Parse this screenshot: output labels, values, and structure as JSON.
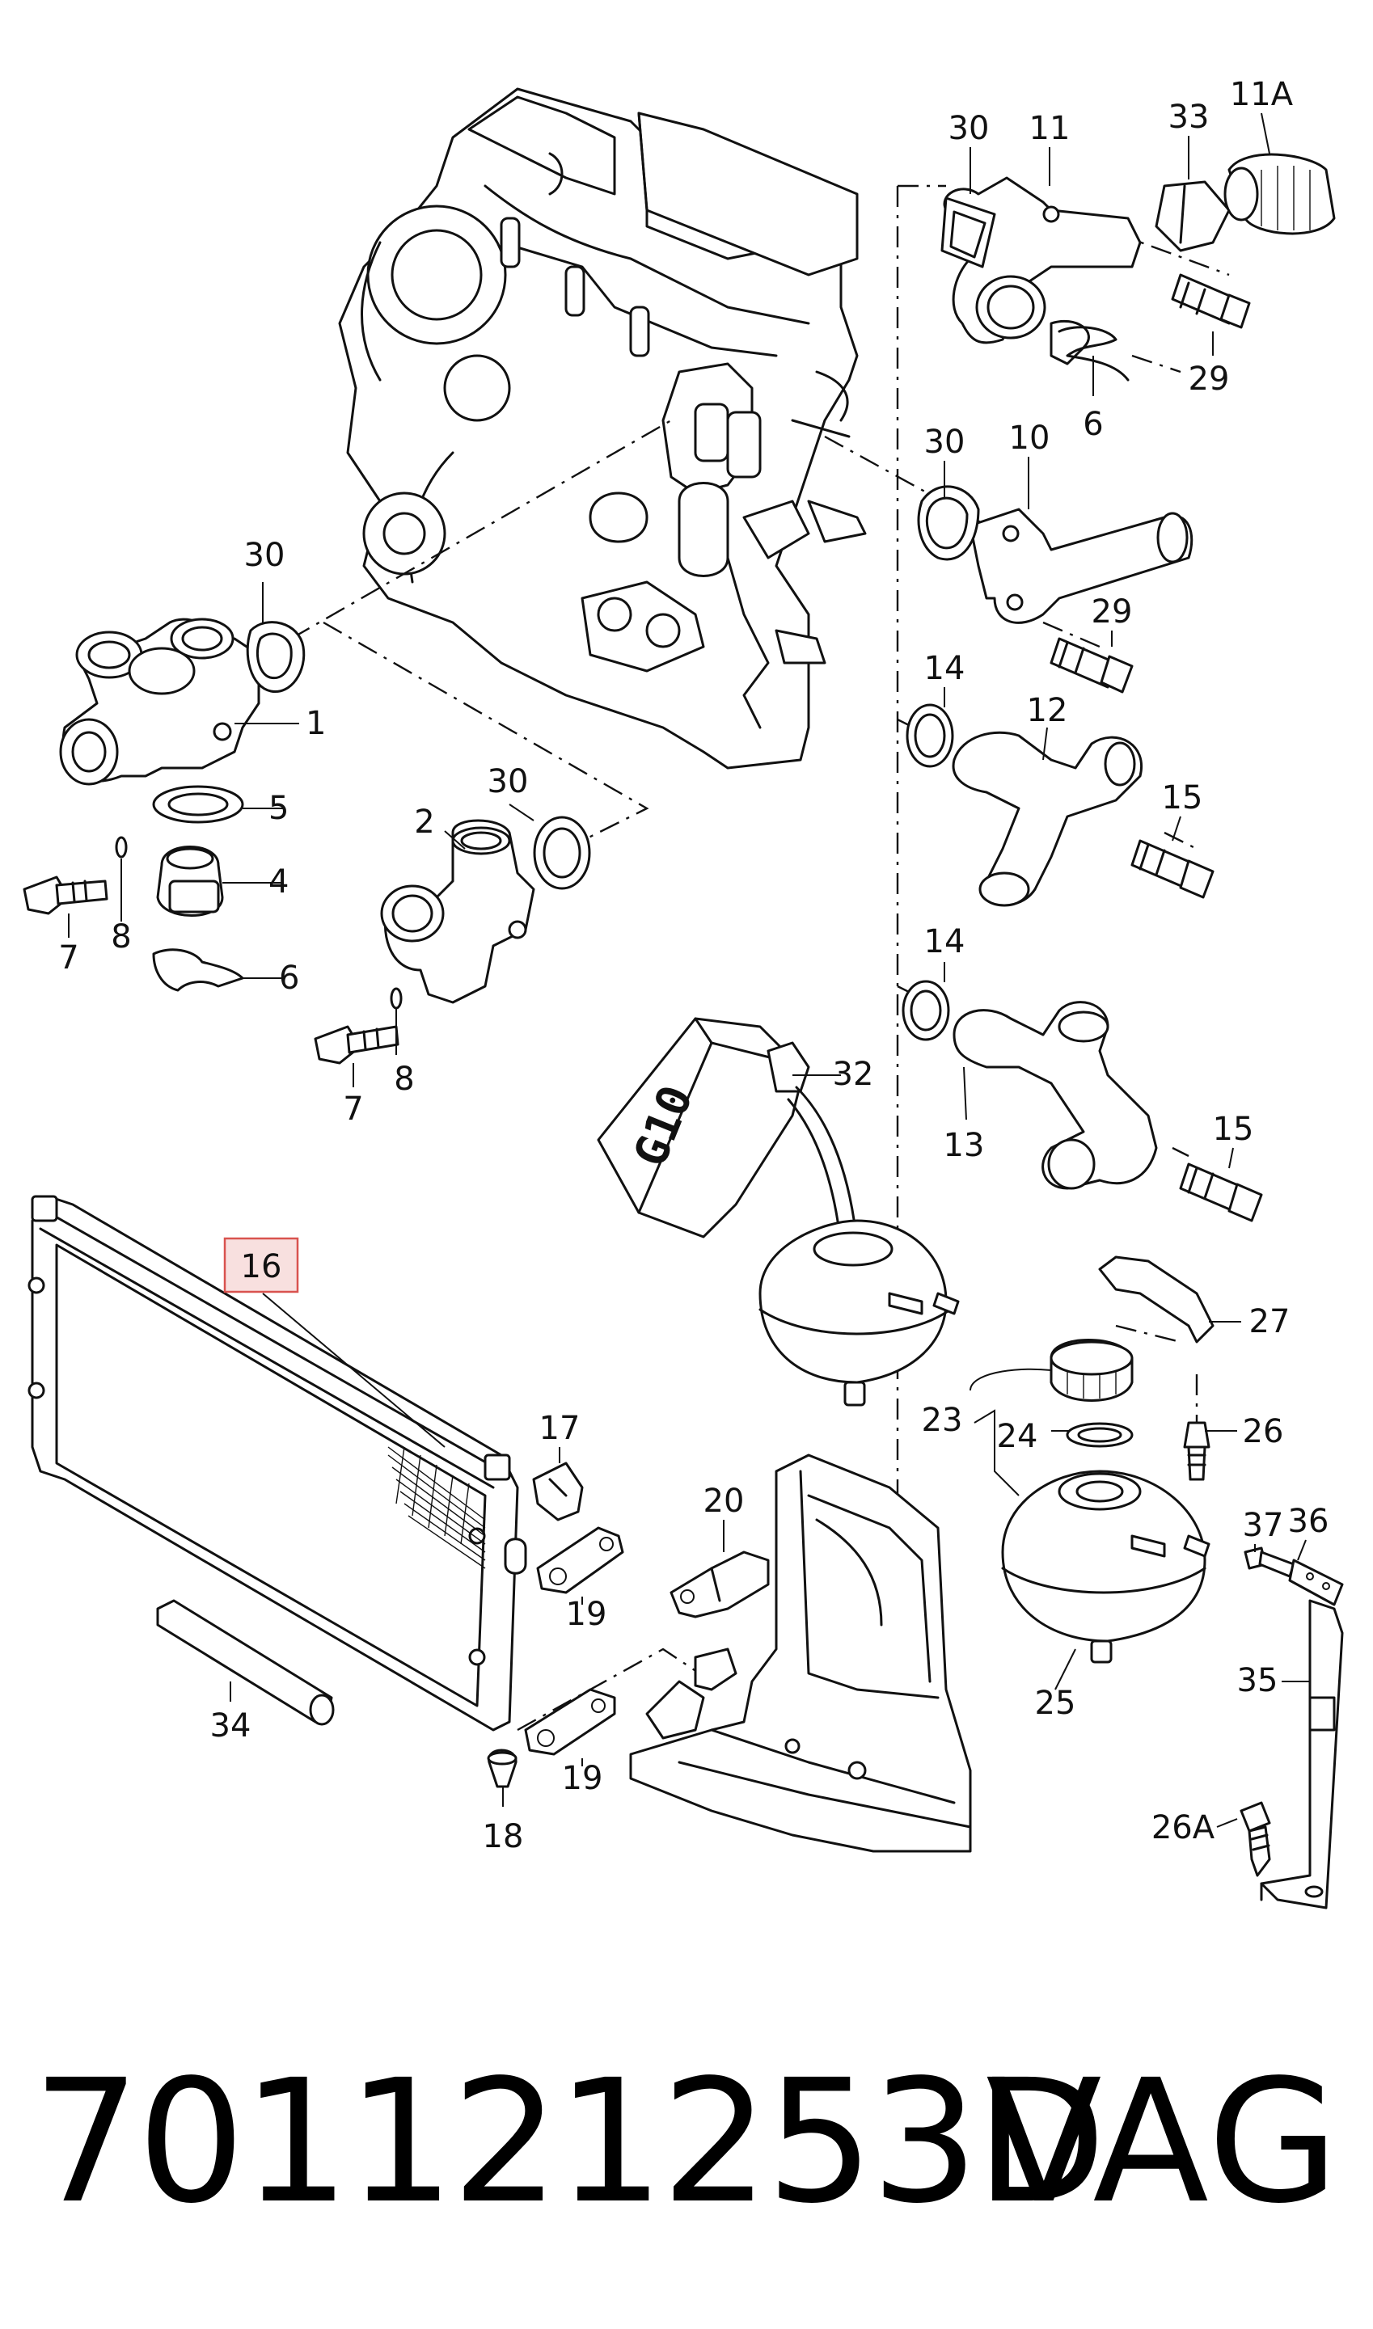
{
  "callouts": {
    "c30a": "30",
    "c11": "11",
    "c33": "33",
    "c11A": "11A",
    "c29a": "29",
    "c6a": "6",
    "c30b": "30",
    "c10": "10",
    "c29b": "29",
    "c30c": "30",
    "c1": "1",
    "c5": "5",
    "c4": "4",
    "c7a": "7",
    "c8a": "8",
    "c6b": "6",
    "c30d": "30",
    "c2": "2",
    "c7b": "7",
    "c8b": "8",
    "c14a": "14",
    "c12": "12",
    "c15a": "15",
    "c14b": "14",
    "c13": "13",
    "c15b": "15",
    "c32": "32",
    "c16": "16",
    "c27": "27",
    "c23": "23",
    "c24": "24",
    "c26": "26",
    "c25": "25",
    "c37": "37",
    "c36": "36",
    "c35": "35",
    "c26A": "26A",
    "c17": "17",
    "c20": "20",
    "c19a": "19",
    "c19b": "19",
    "c18": "18",
    "c34": "34"
  },
  "canister_label": "G10",
  "highlight_color": "#d9534f",
  "footer": {
    "part_number": "701121253D",
    "brand": "VAG"
  }
}
